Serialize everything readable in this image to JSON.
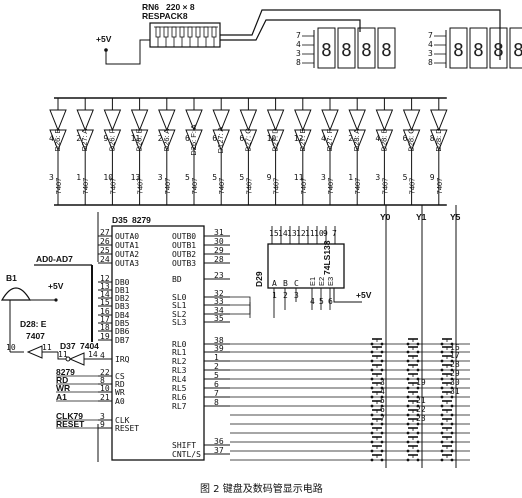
{
  "resistor_pack": {
    "name": "RN6",
    "value": "220 × 8",
    "type": "RESPACK8"
  },
  "vcc": "+5V",
  "buffers": {
    "labels": [
      "D26: B",
      "D27: A",
      "D26: F",
      "D26: E",
      "D26: A",
      "D26: F: A",
      "D127: A",
      "D27: C",
      "D27: D",
      "D27: E",
      "D27: F",
      "D28: A",
      "D28: B",
      "D28: C",
      "D28: D"
    ],
    "in_pins": [
      "4",
      "2",
      "9",
      "11",
      "2",
      "6",
      "6",
      "6",
      "10",
      "12",
      "4",
      "2",
      "4",
      "6",
      "8"
    ],
    "out_pins": [
      "3",
      "1",
      "10",
      "13",
      "3",
      "5",
      "5",
      "5",
      "9",
      "11",
      "3",
      "1",
      "3",
      "5",
      "9"
    ],
    "chip": "7407"
  },
  "digits": {
    "pins": [
      "7",
      "4",
      "3",
      "8"
    ]
  },
  "controller": {
    "name": "D35",
    "part": "8279",
    "left_pins": [
      {
        "num": "27",
        "name": "OUTA0"
      },
      {
        "num": "26",
        "name": "OUTA1"
      },
      {
        "num": "25",
        "name": "OUTA2"
      },
      {
        "num": "24",
        "name": "OUTA3"
      },
      {
        "num": "12",
        "name": "DB0"
      },
      {
        "num": "13",
        "name": "DB1"
      },
      {
        "num": "14",
        "name": "DB2"
      },
      {
        "num": "15",
        "name": "DB3"
      },
      {
        "num": "16",
        "name": "DB4"
      },
      {
        "num": "17",
        "name": "DB5"
      },
      {
        "num": "18",
        "name": "DB6"
      },
      {
        "num": "19",
        "name": "DB7"
      },
      {
        "num": "4",
        "name": "IRQ"
      },
      {
        "num": "22",
        "name": "CS"
      },
      {
        "num": "8",
        "name": "RD"
      },
      {
        "num": "10",
        "name": "WR"
      },
      {
        "num": "21",
        "name": "A0"
      },
      {
        "num": "3",
        "name": "CLK"
      },
      {
        "num": "9",
        "name": "RESET"
      }
    ],
    "right_pins": [
      {
        "num": "31",
        "name": "OUTB0"
      },
      {
        "num": "30",
        "name": "OUTB1"
      },
      {
        "num": "29",
        "name": "OUTB2"
      },
      {
        "num": "28",
        "name": "OUTB3"
      },
      {
        "num": "23",
        "name": "BD"
      },
      {
        "num": "32",
        "name": "SL0"
      },
      {
        "num": "33",
        "name": "SL1"
      },
      {
        "num": "34",
        "name": "SL2"
      },
      {
        "num": "35",
        "name": "SL3"
      },
      {
        "num": "38",
        "name": "RL0"
      },
      {
        "num": "39",
        "name": "RL1"
      },
      {
        "num": "1",
        "name": "RL2"
      },
      {
        "num": "2",
        "name": "RL3"
      },
      {
        "num": "5",
        "name": "RL4"
      },
      {
        "num": "6",
        "name": "RL5"
      },
      {
        "num": "7",
        "name": "RL6"
      },
      {
        "num": "8",
        "name": "RL7"
      },
      {
        "num": "36",
        "name": "SHIFT"
      },
      {
        "num": "37",
        "name": "CNTL/S"
      }
    ],
    "external": {
      "cs": "8279",
      "rd": "RD",
      "wr": "WR",
      "a0": "A1",
      "clk": "CLK79",
      "reset": "RESET"
    }
  },
  "decoder": {
    "name": "D29",
    "part": "74LS138",
    "top_pins": [
      "15",
      "14",
      "13",
      "12",
      "11",
      "10",
      "9",
      "7"
    ],
    "inputs": [
      "A",
      "B",
      "C"
    ],
    "enables": [
      "E1",
      "E2",
      "E3"
    ],
    "enable_pins": [
      "4",
      "5",
      "6"
    ],
    "bottom_pins": [
      "1",
      "2",
      "3"
    ],
    "outputs": [
      "Y0",
      "Y1",
      "Y5"
    ]
  },
  "bus": "AD0-AD7",
  "buzzer": {
    "name": "B1",
    "vcc": "+5V"
  },
  "inv1": {
    "name": "D28: E",
    "part": "7407",
    "in": "11",
    "out": "10"
  },
  "inv2": {
    "name": "D37",
    "part": "7404",
    "in": "14",
    "out": "11"
  },
  "keys": [
    {
      "n": "16"
    },
    {
      "n": "17"
    },
    {
      "n": "28"
    },
    {
      "n": "29"
    },
    {
      "n": "3"
    },
    {
      "n": "19"
    },
    {
      "n": "30"
    },
    {
      "n": "4"
    },
    {
      "n": "31"
    },
    {
      "n": "5"
    },
    {
      "n": "21"
    },
    {
      "n": "6"
    },
    {
      "n": "22"
    },
    {
      "n": "7"
    },
    {
      "n": "23"
    }
  ],
  "caption": "图 2   键盘及数码管显示电路"
}
